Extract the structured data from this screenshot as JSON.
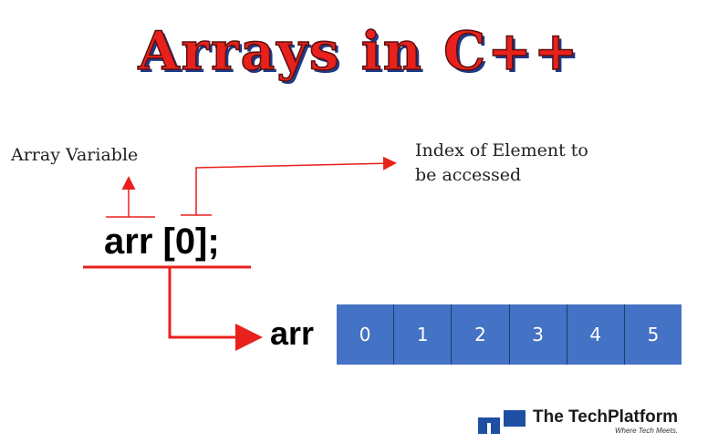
{
  "title": "Arrays in C++",
  "labels": {
    "array_variable": "Array Variable",
    "index_line1": "Index of Element to",
    "index_line2": "be accessed"
  },
  "code": "arr [0];",
  "array": {
    "name": "arr",
    "cells": [
      "0",
      "1",
      "2",
      "3",
      "4",
      "5"
    ]
  },
  "logo": {
    "name": "The TechPlatform",
    "tagline": "Where Tech Meets."
  },
  "colors": {
    "accent_red": "#e8211c",
    "array_blue": "#4472c4",
    "logo_blue": "#1e4fa3"
  }
}
